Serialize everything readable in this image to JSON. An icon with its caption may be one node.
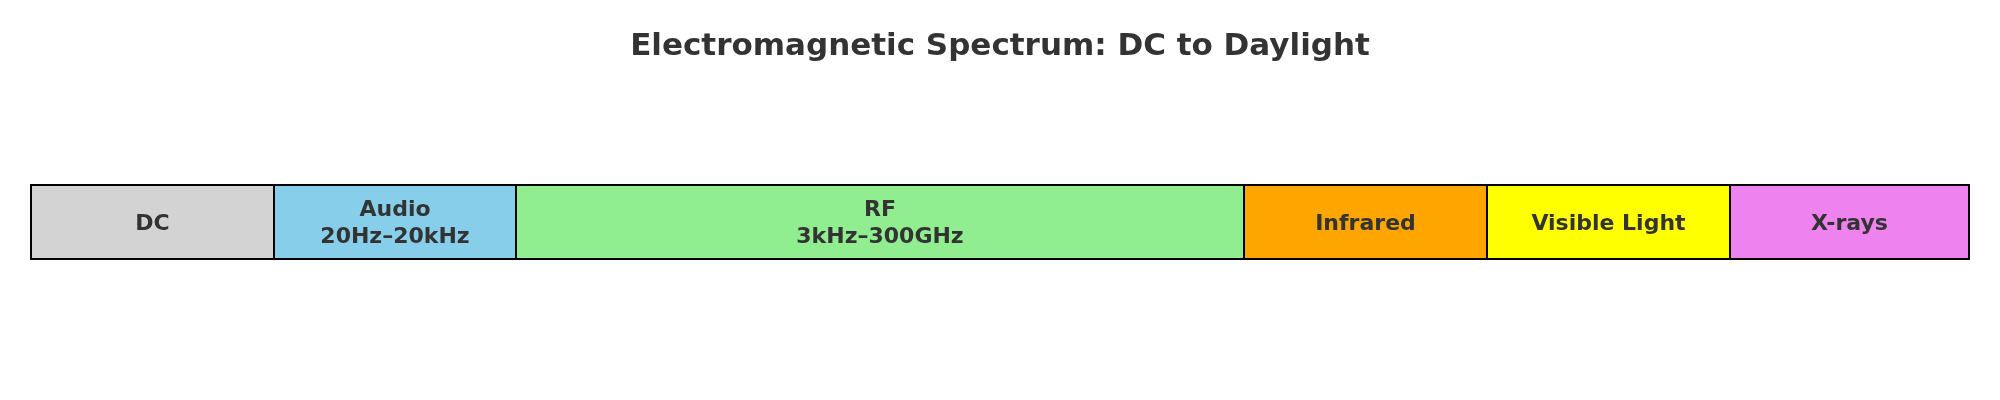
{
  "diagram": {
    "title": "Electromagnetic Spectrum: DC to Daylight",
    "nodes": [
      {
        "text": [
          "DC"
        ]
      },
      {
        "text": [
          "Audio",
          "20Hz–20kHz"
        ]
      },
      {
        "text": [
          "RF",
          "3kHz–300GHz"
        ]
      },
      {
        "text": [
          "Infrared"
        ]
      },
      {
        "text": [
          "Visible Light"
        ]
      },
      {
        "text": [
          "X-rays"
        ]
      }
    ]
  }
}
